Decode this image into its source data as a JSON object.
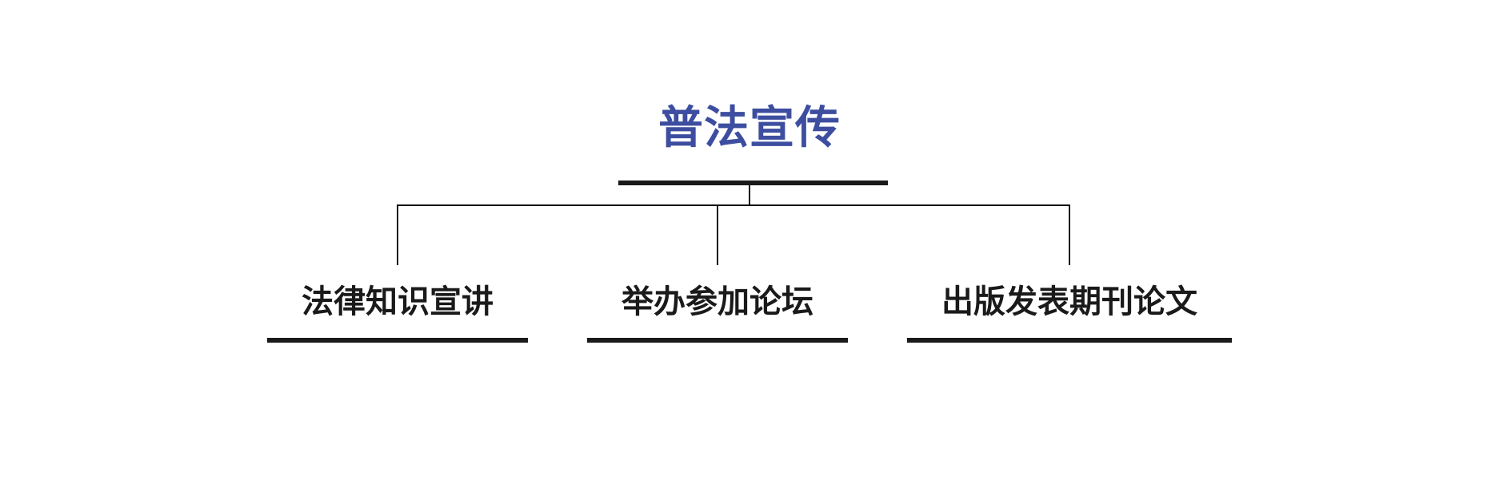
{
  "root": {
    "title": "普法宣传",
    "color": "#3d4ea0"
  },
  "children": [
    {
      "label": "法律知识宣讲"
    },
    {
      "label": "举办参加论坛"
    },
    {
      "label": "出版发表期刊论文"
    }
  ],
  "line_color": "#111111"
}
